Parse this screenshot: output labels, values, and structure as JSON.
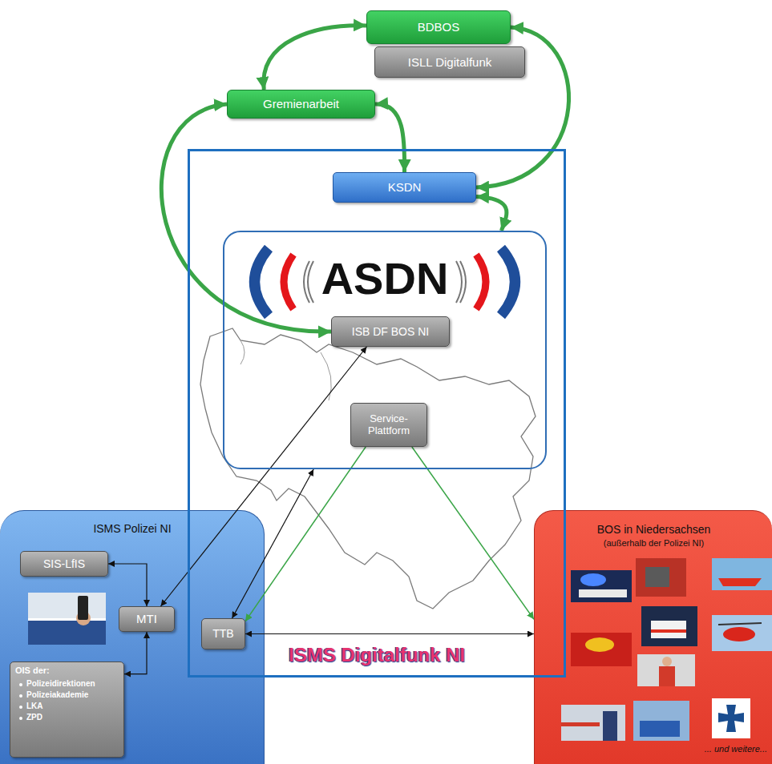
{
  "diagram": {
    "nodes": [
      {
        "text": [
          "BDBOS"
        ]
      },
      {
        "text": [
          "ISLL Digitalfunk"
        ]
      },
      {
        "text": [
          "Gremienarbeit"
        ]
      },
      {
        "text": [
          "ISMS Digitalfunk NI"
        ]
      },
      {
        "text": [
          "KSDN"
        ],
        "in": 3
      },
      {
        "text": [
          "ASDN"
        ],
        "in": 3
      },
      {
        "text": [
          "ISB DF BOS NI"
        ],
        "in": 5
      },
      {
        "text": [
          "Service- Plattform"
        ],
        "in": 5
      },
      {
        "text": [
          "TTB"
        ],
        "in": 3
      },
      {
        "text": [
          "ISMS Polizei NI"
        ]
      },
      {
        "text": [
          "SIS-LfIS"
        ],
        "in": 9
      },
      {
        "text": [
          "MTI"
        ],
        "in": 9
      },
      {
        "text": [
          "OIS der:",
          "Polizeidirektionen",
          "Polizeiakademie",
          "LKA",
          "ZPD"
        ],
        "in": 9
      },
      {
        "text": [
          "BOS in Niedersachsen",
          "(außerhalb der Polizei NI)",
          "... und weitere..."
        ]
      }
    ],
    "edges": [
      {
        "from": 0,
        "to": 2,
        "arrow": "both"
      },
      {
        "from": 2,
        "to": 4,
        "arrow": "both"
      },
      {
        "from": 0,
        "to": 4,
        "arrow": "both"
      },
      {
        "from": 4,
        "to": 5,
        "arrow": "both"
      },
      {
        "from": 2,
        "to": 6,
        "arrow": "both"
      },
      {
        "from": 11,
        "to": 6,
        "arrow": "both"
      },
      {
        "from": 10,
        "to": 11,
        "arrow": "both"
      },
      {
        "from": 12,
        "to": 11,
        "arrow": "both"
      },
      {
        "from": 8,
        "to": 5,
        "arrow": "both"
      },
      {
        "from": 7,
        "to": 8,
        "arrow": "to"
      },
      {
        "from": 7,
        "to": 13,
        "arrow": "to"
      },
      {
        "from": 8,
        "to": 13,
        "arrow": "both"
      }
    ]
  }
}
